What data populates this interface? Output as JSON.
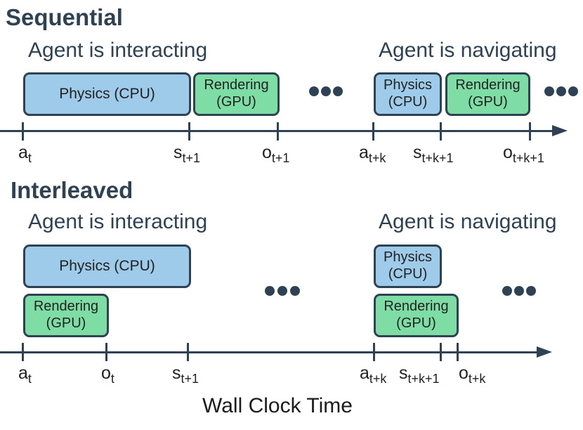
{
  "colors": {
    "ink": "#2e4254",
    "box-border": "#2e4254",
    "blue-fill": "#9ecbe9",
    "green-fill": "#7edda4",
    "label": "#222222",
    "axis-ink": "#1b1b1b"
  },
  "sequential": {
    "title": "Sequential",
    "phases": {
      "interacting": "Agent is interacting",
      "navigating": "Agent is navigating"
    },
    "boxes": {
      "physics1": {
        "line1": "Physics (CPU)"
      },
      "rendering1": {
        "line1": "Rendering",
        "line2": "(GPU)"
      },
      "physics2": {
        "line1": "Physics",
        "line2": "(CPU)"
      },
      "rendering2": {
        "line1": "Rendering",
        "line2": "(GPU)"
      }
    },
    "ticks": [
      {
        "main": "a",
        "sub": "t"
      },
      {
        "main": "s",
        "sub": "t+1"
      },
      {
        "main": "o",
        "sub": "t+1"
      },
      {
        "main": "a",
        "sub": "t+k"
      },
      {
        "main": "s",
        "sub": "t+k+1"
      },
      {
        "main": "o",
        "sub": "t+k+1"
      }
    ]
  },
  "interleaved": {
    "title": "Interleaved",
    "phases": {
      "interacting": "Agent is interacting",
      "navigating": "Agent is navigating"
    },
    "boxes": {
      "physics1": {
        "line1": "Physics (CPU)"
      },
      "rendering1": {
        "line1": "Rendering",
        "line2": "(GPU)"
      },
      "physics2": {
        "line1": "Physics",
        "line2": "(CPU)"
      },
      "rendering2": {
        "line1": "Rendering",
        "line2": "(GPU)"
      }
    },
    "ticks": [
      {
        "main": "a",
        "sub": "t"
      },
      {
        "main": "o",
        "sub": "t"
      },
      {
        "main": "s",
        "sub": "t+1"
      },
      {
        "main": "a",
        "sub": "t+k"
      },
      {
        "main": "s",
        "sub": "t+k+1"
      },
      {
        "main": "o",
        "sub": "t+k"
      }
    ]
  },
  "axis_label": "Wall Clock Time"
}
